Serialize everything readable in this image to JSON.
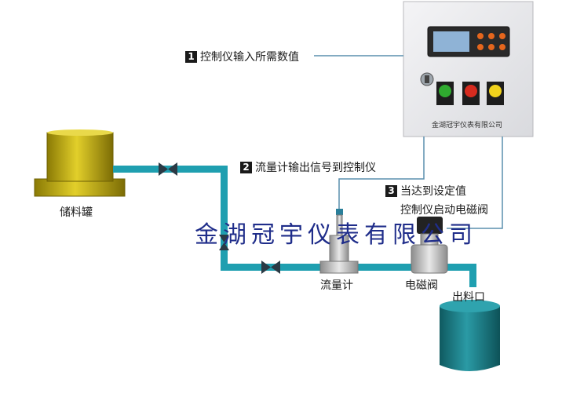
{
  "steps": [
    {
      "number": "1",
      "text": "控制仪输入所需数值"
    },
    {
      "number": "2",
      "text": "流量计输出信号到控制仪"
    },
    {
      "number": "3",
      "text": "当达到设定值",
      "text2": "控制仪启动电磁阀"
    }
  ],
  "components": {
    "tank": "储料罐",
    "flowmeter": "流量计",
    "valve": "电磁阀",
    "outlet": "出料口"
  },
  "controller": {
    "nameplate": "金湖冠宇仪表有限公司",
    "display_text": "",
    "buttons": [
      {
        "name": "green",
        "color": "#2faa2f"
      },
      {
        "name": "red",
        "color": "#d62b1f"
      },
      {
        "name": "yellow",
        "color": "#f0d21c"
      }
    ]
  },
  "watermark": "金湖冠宇仪表有限公司",
  "colors": {
    "pipe": "#1f9fb0",
    "tank": "#c8b412",
    "bucket": "#1f7f88",
    "wire": "#5a8fae"
  }
}
